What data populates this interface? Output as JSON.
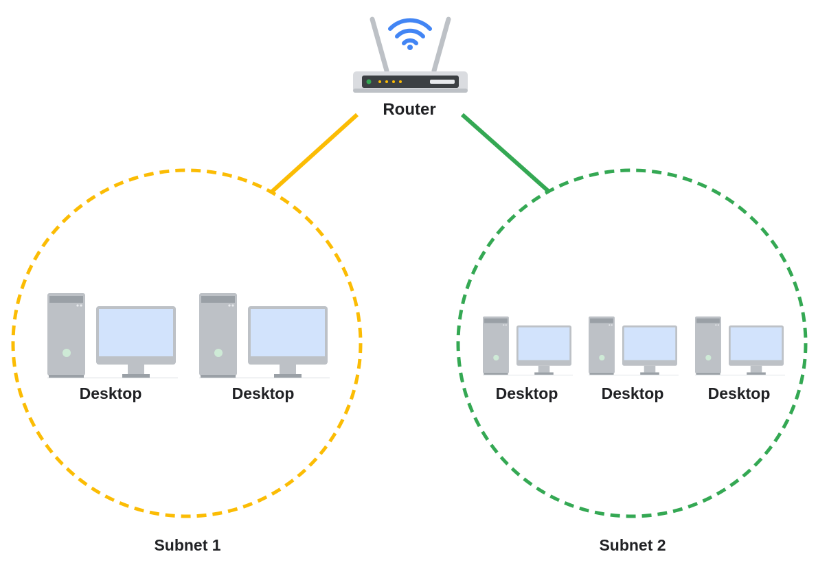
{
  "router": {
    "label": "Router",
    "icon": "wifi-router-icon",
    "wifi_color": "#4285f4"
  },
  "subnets": [
    {
      "label": "Subnet 1",
      "color": "#fbbc04",
      "desktops": [
        {
          "label": "Desktop"
        },
        {
          "label": "Desktop"
        }
      ]
    },
    {
      "label": "Subnet 2",
      "color": "#34a853",
      "desktops": [
        {
          "label": "Desktop"
        },
        {
          "label": "Desktop"
        },
        {
          "label": "Desktop"
        }
      ]
    }
  ],
  "colors": {
    "device_gray": "#bdc1c6",
    "device_dark": "#9aa0a6",
    "screen": "#d2e3fc",
    "power_led": "#ceead6",
    "text": "#202124"
  }
}
